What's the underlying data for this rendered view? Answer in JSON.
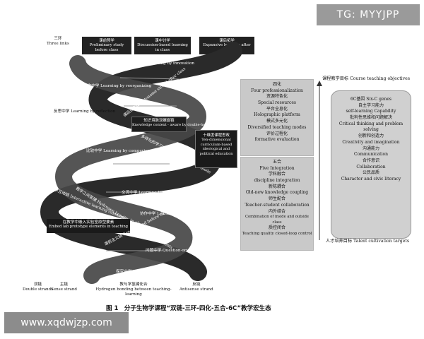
{
  "watermarks": {
    "top": "TG: MYYJPP",
    "bottom": "www.xqdwjzp.com"
  },
  "top_label": {
    "cn": "三环",
    "en": "Three links"
  },
  "banners": [
    {
      "cn": "课前预学",
      "en": "Preliminary study before class"
    },
    {
      "cn": "课中讨学",
      "en": "Discussion-based learning in class"
    },
    {
      "cn": "课后拓学",
      "en": "Expansive learning after class"
    }
  ],
  "helix_labels": [
    "创新中学 Learning by innovation",
    "重构中学 Learning by reorganizing",
    "反思中学 Learning by reflection",
    "课后自主链 Autonome strand after class",
    "知识境脉双螺旋链",
    "Knowledge context - aware by double-helix",
    "比较中学 Learning by comparison",
    "多样化的学习方式 Diverse learning mode",
    "十维度课程思政",
    "Ten-dimensional curriculum-based ideological and political education",
    "关联中学 Learning by association",
    "课中互动链 Interactive learning community in class",
    "教学之间氢键 Hydrogen bonding of teachers and students",
    "交流中学 Learning by communicating",
    "协作中学 Learning by collaboration",
    "在教学中嵌入实验室原型要素",
    "Embed lab prototype elements in teaching",
    "课前主义链 Sense strand before class",
    "问题中学 Question-oriented learning",
    "探究中学 Learning by teaching"
  ],
  "bottom_labels": [
    {
      "cn": "双链",
      "en": "Double strands"
    },
    {
      "cn": "主链",
      "en": "Sense strand"
    },
    {
      "cn": "教与学氢键化合",
      "en": "Hydrogen bonding between teaching-learning"
    },
    {
      "cn": "反链",
      "en": "Antisense strand"
    }
  ],
  "four_box": {
    "heading": "四化",
    "lines": [
      "Four professionalization",
      "资源特色化",
      "Special resources",
      "平台全息化",
      "Holographic platform",
      "模式多元化",
      "Diversified teaching modes",
      "评价过程化",
      "formative evaluation"
    ]
  },
  "five_box": {
    "heading": "五合",
    "lines": [
      "Five Integration",
      "学科融合",
      "discipline integration",
      "新陈耦合",
      "Old-new knowledge coupling",
      "师生配合",
      "Teacher-student collaboration",
      "内外结合",
      "Combination of inside and outside class",
      "质控闭合",
      "Teaching quality closed-loop control"
    ]
  },
  "right_panel": {
    "top_label": "课程教学目标 Course teaching objectives",
    "lines": [
      "6C基因 Six-C genes",
      "自主学习能力",
      "self-learning Capability",
      "批判性思维和问题解决",
      "Critical thinking and problem solving",
      "创新和创造力",
      "Creativity and imagination",
      "沟通能力",
      "Communication",
      "合作意识",
      "Collaboration",
      "公民品质",
      "Character and civic literacy"
    ],
    "bottom_label": "人才培养目标 Talent cultivation targets"
  },
  "caption": "图 1　分子生物学课程“双链-三环-四化-五合-6C”教学宏生态"
}
